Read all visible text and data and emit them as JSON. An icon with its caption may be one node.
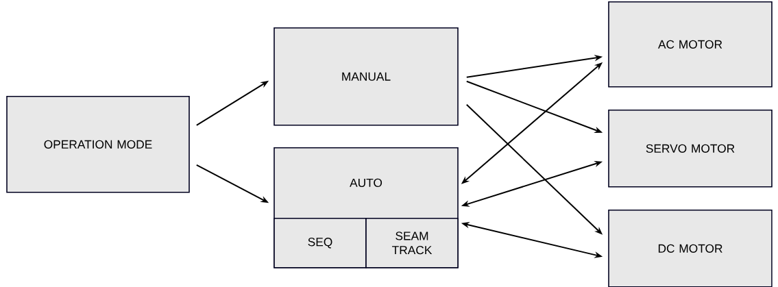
{
  "diagram": {
    "nodes": [
      {
        "text": [
          "OPERATION MODE"
        ]
      },
      {
        "text": [
          "MANUAL"
        ]
      },
      {
        "text": [
          "AUTO"
        ]
      },
      {
        "text": [
          "SEQ"
        ],
        "in": 2
      },
      {
        "text": [
          "SEAM TRACK"
        ],
        "in": 2
      },
      {
        "text": [
          "AC MOTOR"
        ]
      },
      {
        "text": [
          "SERVO MOTOR"
        ]
      },
      {
        "text": [
          "DC MOTOR"
        ]
      }
    ],
    "edges": [
      {
        "from": 0,
        "to": 1,
        "arrow": "to"
      },
      {
        "from": 0,
        "to": 2,
        "arrow": "to"
      },
      {
        "from": 1,
        "to": 5,
        "arrow": "to"
      },
      {
        "from": 1,
        "to": 6,
        "arrow": "to"
      },
      {
        "from": 1,
        "to": 7,
        "arrow": "to"
      },
      {
        "from": 5,
        "to": 2,
        "arrow": "both"
      },
      {
        "from": 6,
        "to": 2,
        "arrow": "both"
      },
      {
        "from": 7,
        "to": 4,
        "arrow": "both"
      }
    ]
  }
}
